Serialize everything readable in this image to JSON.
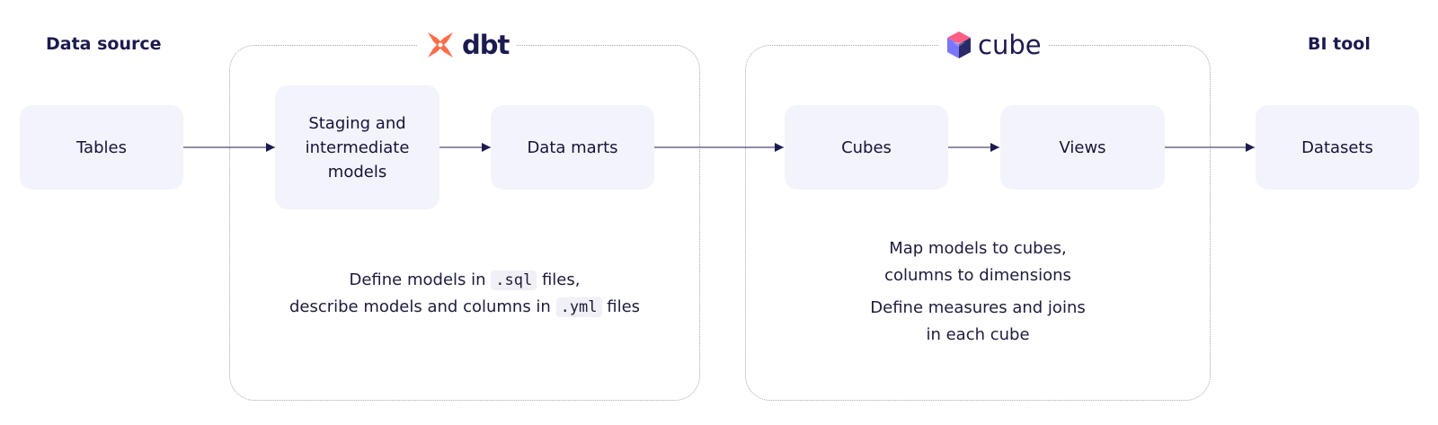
{
  "headings": {
    "data_source": "Data source",
    "bi_tool": "BI tool"
  },
  "logos": {
    "dbt": {
      "text": "dbt",
      "color": "#fe6d4a"
    },
    "cube": {
      "text": "cube",
      "color_top": "#ff5f85",
      "color_mid": "#7a77ff",
      "color_bottom": "#2a2a6b"
    }
  },
  "nodes": {
    "tables": "Tables",
    "staging_line1": "Staging and",
    "staging_line2": "intermediate",
    "staging_line3": "models",
    "data_marts": "Data marts",
    "cubes": "Cubes",
    "views": "Views",
    "datasets": "Datasets"
  },
  "dbt_note": {
    "line1_pre": "Define models in",
    "line1_code": ".sql",
    "line1_post": "files,",
    "line2_pre": "describe models and columns in",
    "line2_code": ".yml",
    "line2_post": "files"
  },
  "cube_note": {
    "line1": "Map models to cubes,",
    "line2": "columns to dimensions",
    "line3": "Define measures and joins",
    "line4": "in each cube"
  },
  "colors": {
    "box_fill": "#f3f3fc",
    "text": "#1c1b4f",
    "arrow": "#1c1b4f",
    "group_border": "#a6a6b8"
  }
}
